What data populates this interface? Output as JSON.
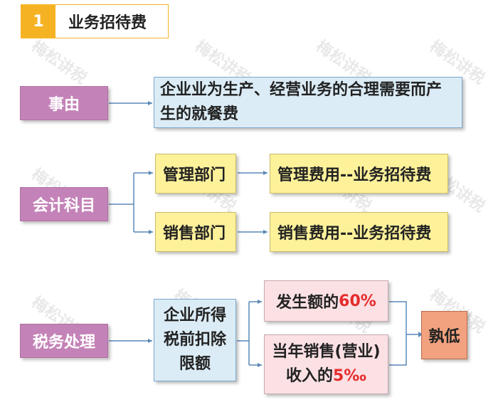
{
  "title": {
    "number": "1",
    "text": "业务招待费"
  },
  "watermark": "梅松讲税",
  "rows": {
    "matter": {
      "label": "事由",
      "content": "企业业为生产、经营业务的合理需要而产生的就餐费"
    },
    "account": {
      "label": "会计科目",
      "branches": [
        {
          "dept": "管理部门",
          "result": "管理费用--业务招待费"
        },
        {
          "dept": "销售部门",
          "result": "销售费用--业务招待费"
        }
      ]
    },
    "tax": {
      "label": "税务处理",
      "limit_lines": [
        "企业所得",
        "税前扣除",
        "限额"
      ],
      "option1": {
        "prefix": "发生额的",
        "value": "60%"
      },
      "option2": {
        "line1": "当年销售(营业)",
        "prefix": "收入的",
        "value": "5‰"
      },
      "conclusion": "孰低"
    }
  },
  "colors": {
    "accent_orange": "#f5b324",
    "label_pink": "#c483b8",
    "box_yellow": "#fdf19a",
    "box_blue": "#dbecf6",
    "box_rose": "#fbe0e4",
    "box_orange": "#f2a27f",
    "highlight_red": "#e52b2b",
    "connector": "#5a88b8"
  }
}
